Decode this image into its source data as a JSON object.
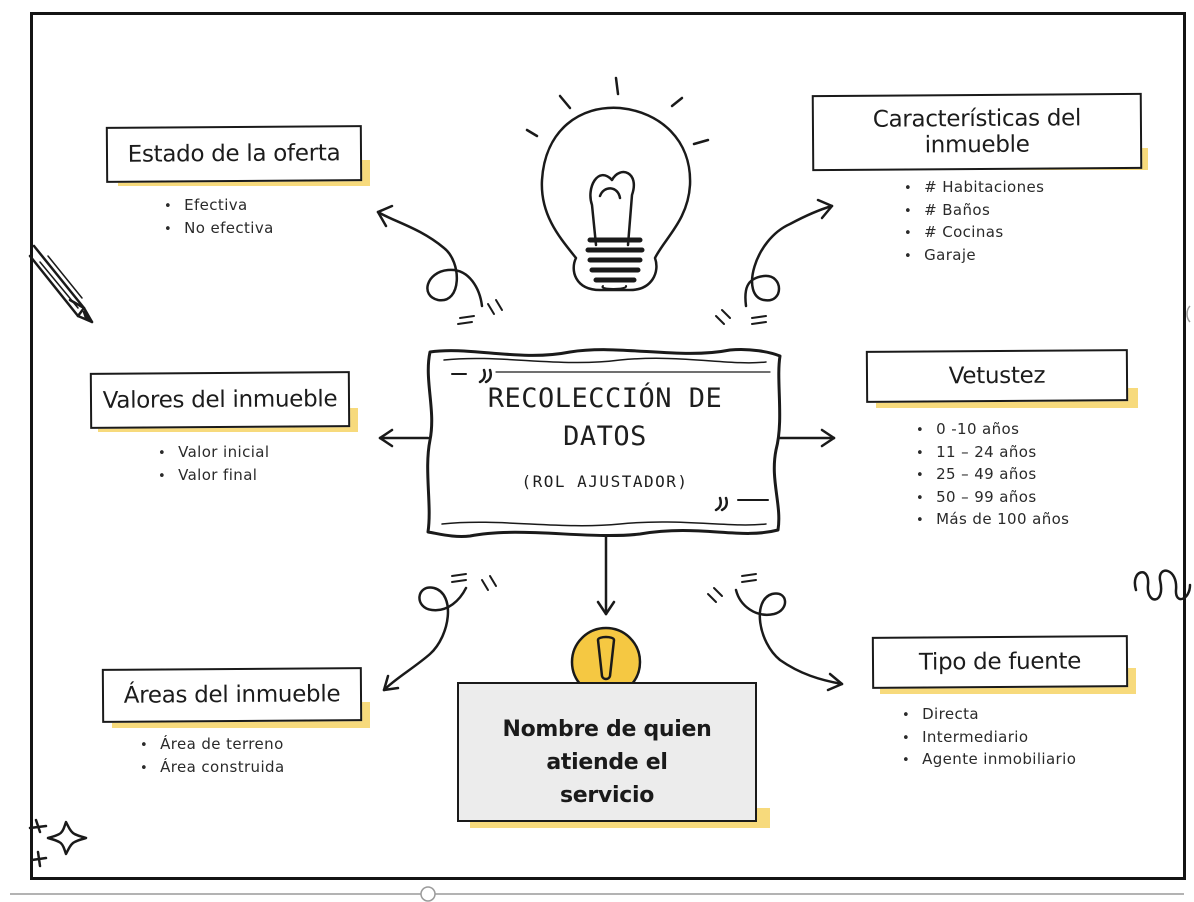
{
  "center": {
    "title": "RECOLECCIÓN DE DATOS",
    "subtitle": "(ROL AJUSTADOR)"
  },
  "nodes": {
    "estado_oferta": {
      "title": "Estado de la oferta",
      "items": [
        "Efectiva",
        "No efectiva"
      ]
    },
    "caracteristicas": {
      "title": "Características del inmueble",
      "items": [
        "# Habitaciones",
        "# Baños",
        "# Cocinas",
        "Garaje"
      ]
    },
    "valores": {
      "title": "Valores del inmueble",
      "items": [
        "Valor inicial",
        "Valor final"
      ]
    },
    "vetustez": {
      "title": "Vetustez",
      "items": [
        "0 -10 años",
        "11 – 24 años",
        "25 – 49 años",
        "50 – 99 años",
        "Más de 100 años"
      ]
    },
    "areas": {
      "title": "Áreas del inmueble",
      "items": [
        "Área de terreno",
        "Área construida"
      ]
    },
    "tipo_fuente": {
      "title": "Tipo de fuente",
      "items": [
        "Directa",
        "Intermediario",
        "Agente inmobiliario"
      ]
    },
    "nombre": {
      "title": "Nombre de quien atiende el servicio"
    }
  },
  "colors": {
    "accent": "#f6d365",
    "ink": "#1a1a1a",
    "warning_fill": "#f5c842"
  },
  "icons": [
    "lightbulb-icon",
    "pencil-icon",
    "warning-icon",
    "sparkle-icon"
  ]
}
